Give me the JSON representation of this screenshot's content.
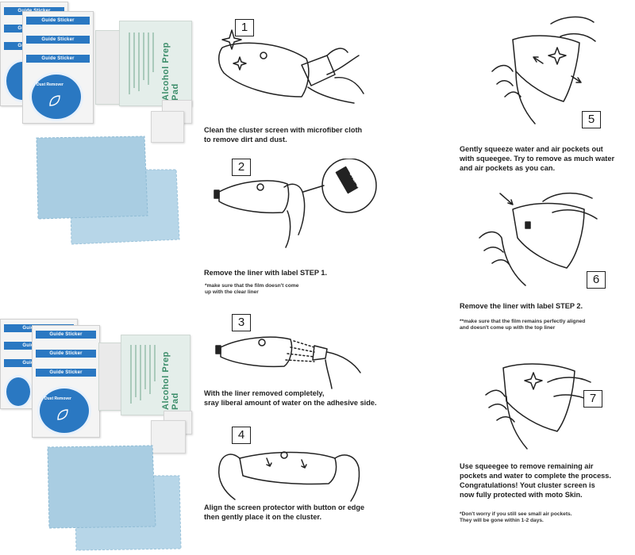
{
  "kit": {
    "guide_sticker_label": "Guide Sticker",
    "dust_remover_label": "Dust Remover",
    "alcohol_pad_title": "Alcohol Prep Pad"
  },
  "steps": [
    {
      "number": "1",
      "caption": [
        "Clean the cluster screen with microfiber cloth",
        "to remove dirt and dust."
      ],
      "note": []
    },
    {
      "number": "2",
      "caption": [
        "Remove the liner with label STEP 1."
      ],
      "note": [
        "*make  sure that the film doesn't come",
        "up with the clear liner"
      ],
      "tag": "STEP 1"
    },
    {
      "number": "3",
      "caption": [
        "With the liner removed completely,",
        "sray liberal amount of water on the adhesive side."
      ],
      "note": []
    },
    {
      "number": "4",
      "caption": [
        "Align the screen protector with button or edge",
        "then gently place it on the cluster."
      ],
      "note": []
    },
    {
      "number": "5",
      "caption": [
        "Gently squeeze water and air pockets out",
        "with squeegee. Try to remove as much water",
        "and air pockets as you can."
      ],
      "note": []
    },
    {
      "number": "6",
      "caption": [
        "Remove the liner with label STEP 2."
      ],
      "note": [
        "**make  sure that the film remains perfectly aligned",
        "and doesn't come up with the top liner"
      ]
    },
    {
      "number": "7",
      "caption": [
        "Use squeegee to remove remaining air",
        "pockets and water to complete the process.",
        "Congratulations! Yout cluster screen is",
        "now fully protected with moto Skin."
      ],
      "note": [
        "*Don't worry if you still see small air pockets.",
        "They will be gone within 1-2 days."
      ]
    }
  ],
  "colors": {
    "sticker_blue": "#2a78c2",
    "cloth_blue": "#a9cde2",
    "pad_green": "#3c8d6a",
    "line": "#222222"
  }
}
